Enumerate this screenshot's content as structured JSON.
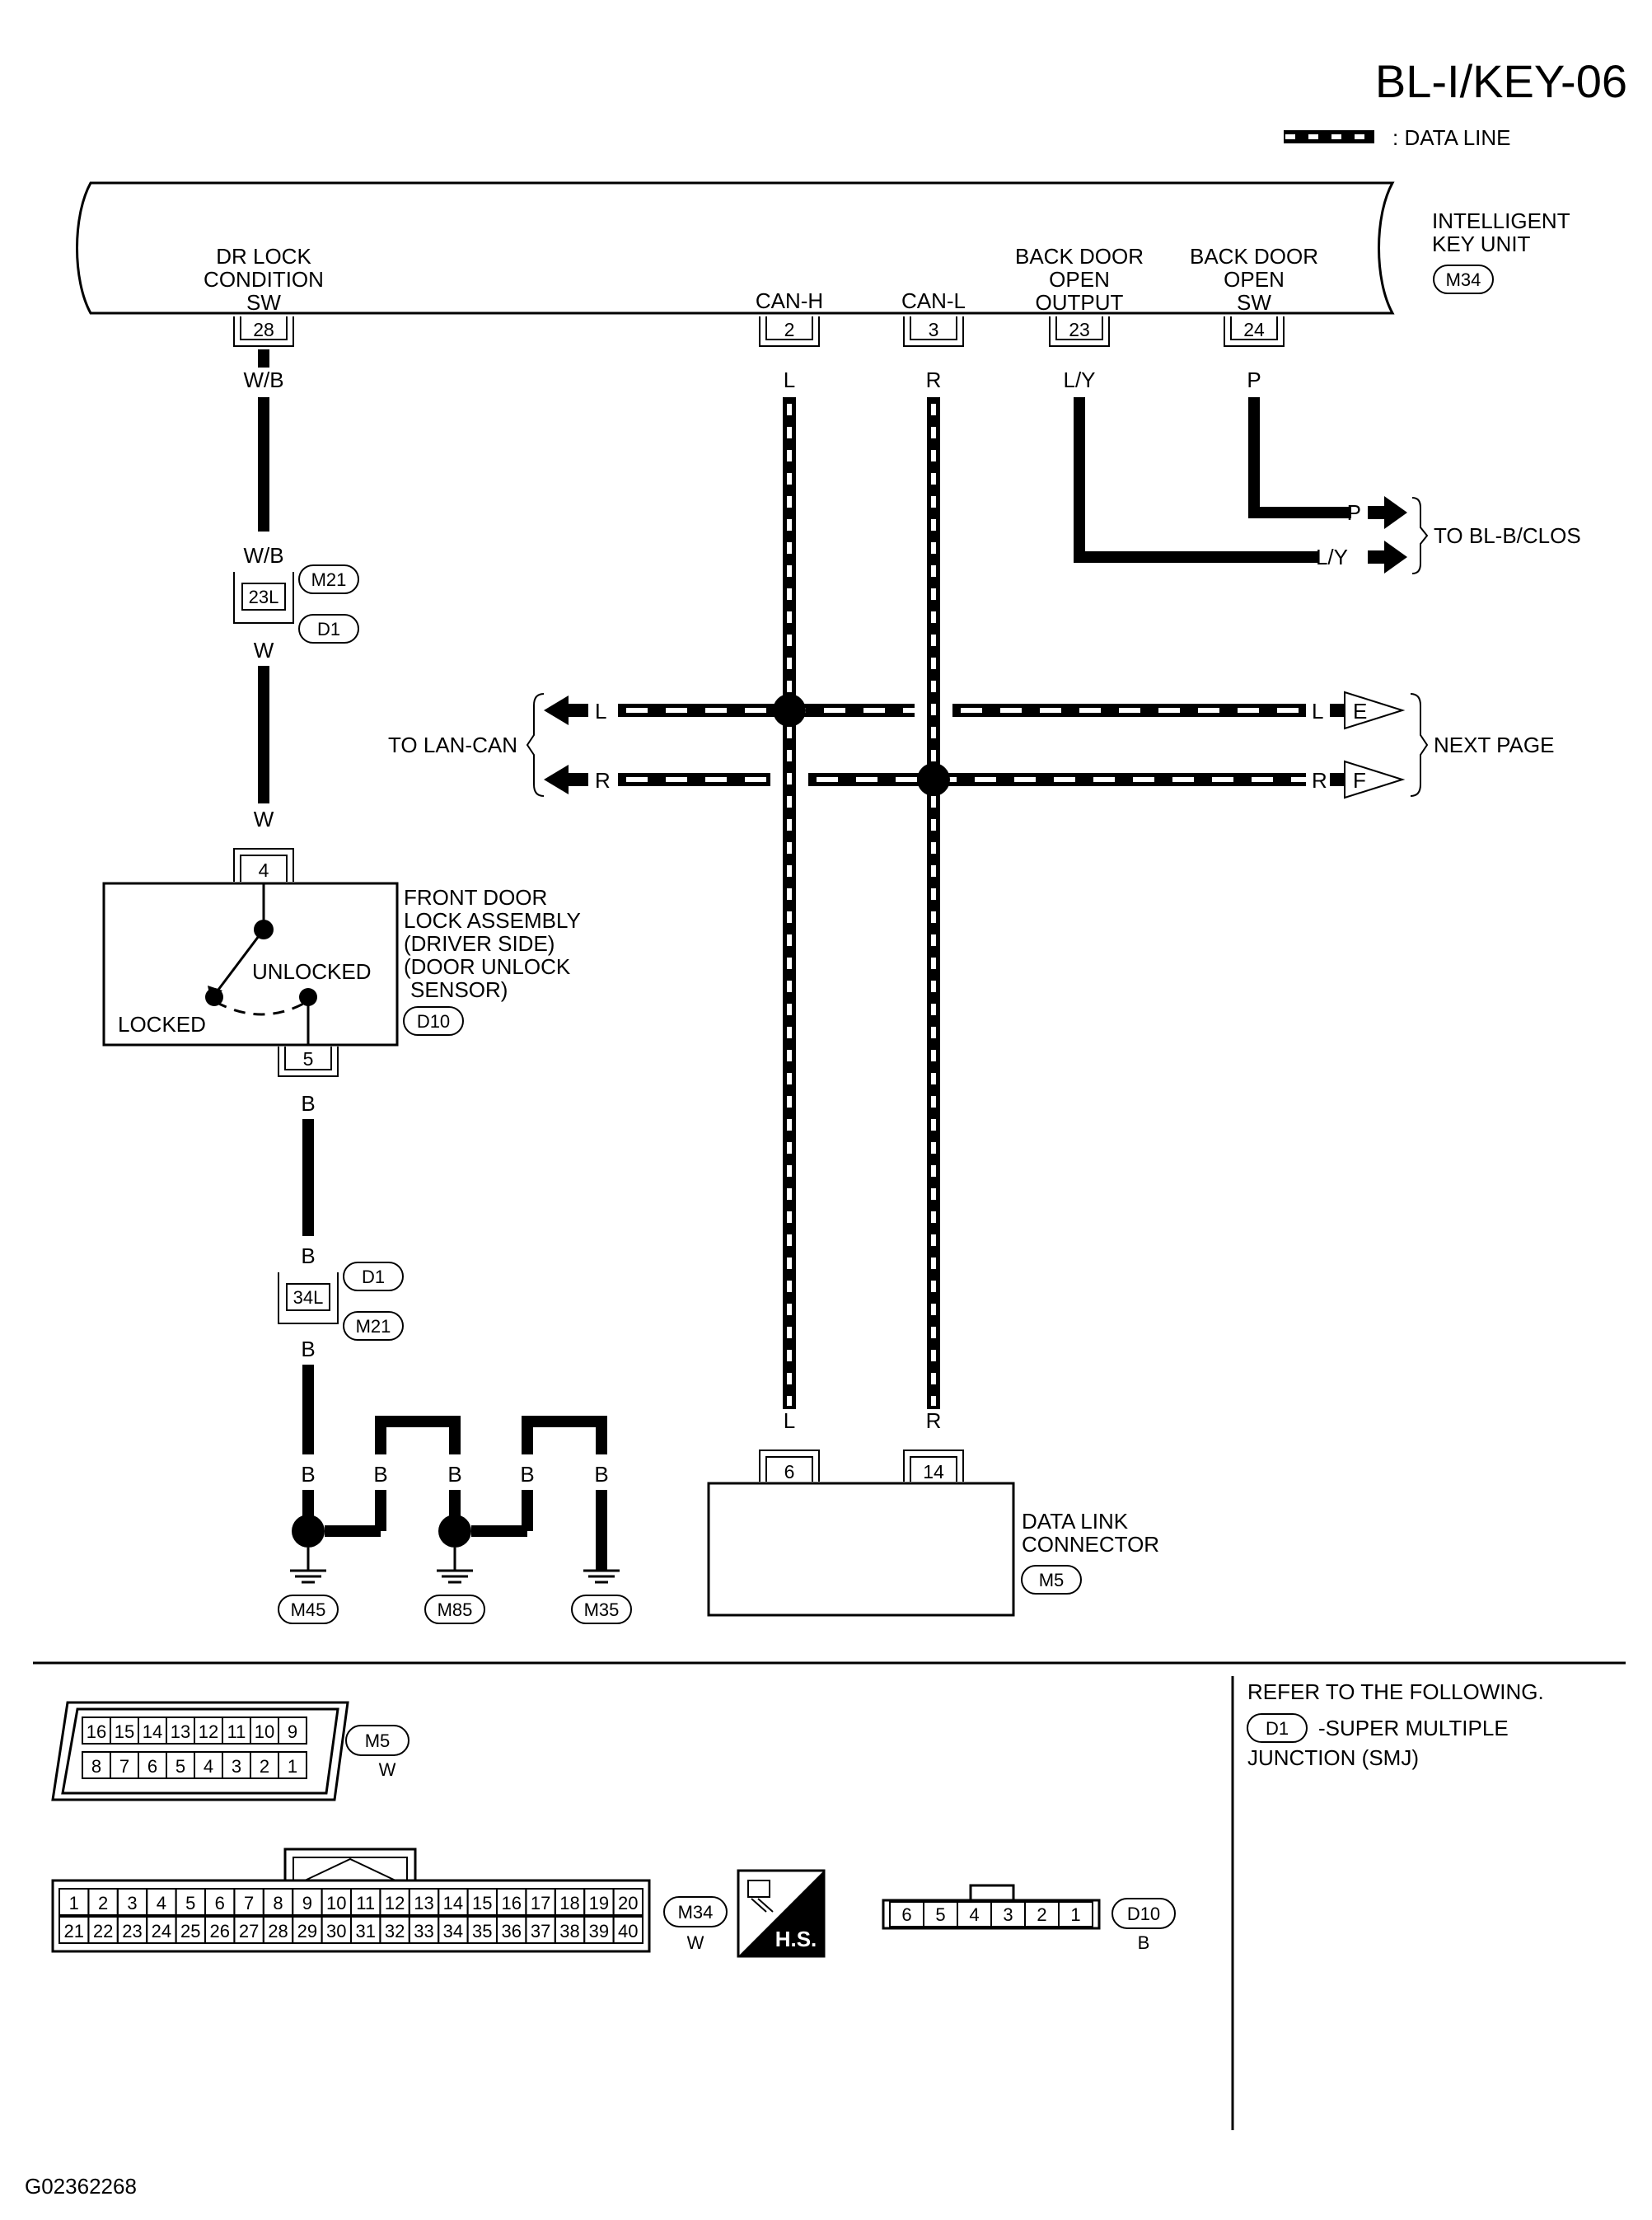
{
  "page_code": "BL-I/KEY-06",
  "legend": {
    "data_line": ": DATA LINE"
  },
  "intelligent_key_unit": {
    "name_line1": "INTELLIGENT",
    "name_line2": "KEY UNIT",
    "connector": "M34",
    "terminals": [
      {
        "pin": "28",
        "label_lines": [
          "DR LOCK",
          "CONDITION",
          "SW"
        ],
        "wire": "W/B"
      },
      {
        "pin": "2",
        "label_lines": [
          "CAN-H"
        ],
        "wire": "L"
      },
      {
        "pin": "3",
        "label_lines": [
          "CAN-L"
        ],
        "wire": "R"
      },
      {
        "pin": "23",
        "label_lines": [
          "BACK DOOR",
          "OPEN",
          "OUTPUT"
        ],
        "wire": "L/Y"
      },
      {
        "pin": "24",
        "label_lines": [
          "BACK DOOR",
          "OPEN",
          "SW"
        ],
        "wire": "P"
      }
    ]
  },
  "to_bl_b_clos": {
    "label": "TO BL-B/CLOS",
    "wire_p": "P",
    "wire_ly": "L/Y"
  },
  "lan": {
    "left_label": "TO LAN-CAN",
    "right_label": "NEXT PAGE",
    "row_l": {
      "wire": "L",
      "flag": "E"
    },
    "row_r": {
      "wire": "R",
      "flag": "F"
    }
  },
  "splice_upper": {
    "wire_top": "W/B",
    "pin": "23L",
    "connector_a": "M21",
    "connector_b": "D1",
    "wire_bottom": "W"
  },
  "front_door_lock": {
    "label_lines": [
      "FRONT DOOR",
      "LOCK ASSEMBLY",
      "(DRIVER SIDE)",
      "(DOOR UNLOCK",
      "SENSOR)"
    ],
    "connector": "D10",
    "pin_top": "4",
    "pin_bottom": "5",
    "wire_top": "W",
    "wire_bottom": "B",
    "state_unlocked": "UNLOCKED",
    "state_locked": "LOCKED"
  },
  "splice_lower": {
    "wire_top": "B",
    "pin": "34L",
    "connector_a": "D1",
    "connector_b": "M21",
    "wire_bottom": "B"
  },
  "grounds": [
    {
      "connector": "M45",
      "wire": "B"
    },
    {
      "connector": "M85",
      "wire": "B"
    },
    {
      "connector": "M35",
      "wire": "B"
    }
  ],
  "ground_jumper_wires": [
    "B",
    "B",
    "B"
  ],
  "data_link": {
    "label_line1": "DATA LINK",
    "label_line2": "CONNECTOR",
    "connector": "M5",
    "pin_l": "6",
    "pin_r": "14",
    "wire_l": "L",
    "wire_r": "R"
  },
  "refer": {
    "heading": "REFER TO THE FOLLOWING.",
    "connector": "D1",
    "line1": "-SUPER MULTIPLE",
    "line2": "JUNCTION (SMJ)"
  },
  "connector_views": {
    "m5": {
      "name": "M5",
      "color": "W",
      "top_row": [
        "16",
        "15",
        "14",
        "13",
        "12",
        "11",
        "10",
        "9"
      ],
      "bottom_row": [
        "8",
        "7",
        "6",
        "5",
        "4",
        "3",
        "2",
        "1"
      ]
    },
    "m34": {
      "name": "M34",
      "color": "W",
      "top_row": [
        "1",
        "2",
        "3",
        "4",
        "5",
        "6",
        "7",
        "8",
        "9",
        "10",
        "11",
        "12",
        "13",
        "14",
        "15",
        "16",
        "17",
        "18",
        "19",
        "20"
      ],
      "bottom_row": [
        "21",
        "22",
        "23",
        "24",
        "25",
        "26",
        "27",
        "28",
        "29",
        "30",
        "31",
        "32",
        "33",
        "34",
        "35",
        "36",
        "37",
        "38",
        "39",
        "40"
      ],
      "hs_label": "H.S."
    },
    "d10": {
      "name": "D10",
      "color": "B",
      "row": [
        "6",
        "5",
        "4",
        "3",
        "2",
        "1"
      ]
    }
  },
  "figure_id": "G02362268"
}
